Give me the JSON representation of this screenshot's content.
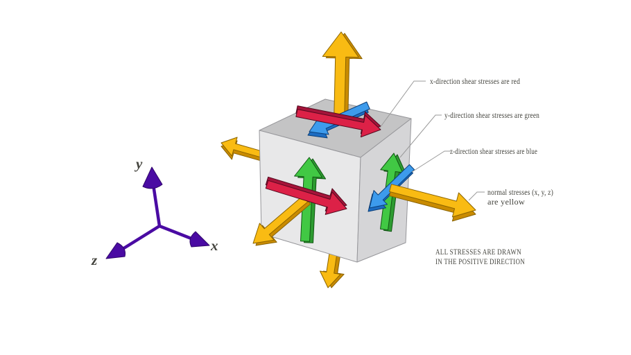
{
  "figure": {
    "axes": {
      "x": "x",
      "y": "y",
      "z": "z"
    },
    "labels": {
      "x_shear": "x-direction shear stresses are red",
      "y_shear": "y-direction shear stresses are green",
      "z_shear": "z-direction shear stresses are blue",
      "normal_line1": "normal stresses (x, y, z)",
      "normal_line2": "are yellow",
      "note_line1": "ALL STRESSES ARE DRAWN",
      "note_line2": "IN THE POSITIVE DIRECTION"
    },
    "colors": {
      "background": "#FFFFFF",
      "yellow": {
        "main": "#F9BB13",
        "dark": "#C98B00",
        "outline": "#8A6300"
      },
      "red": {
        "main": "#DC2147",
        "dark": "#A5143A",
        "outline": "#55091F"
      },
      "green": {
        "main": "#41C844",
        "dark": "#2D9B31",
        "outline": "#115613"
      },
      "blue": {
        "main": "#3D9BEC",
        "dark": "#1C6CC2",
        "outline": "#0B3F79"
      },
      "purple": {
        "main": "#4A0BA3",
        "dark": "#30066B"
      },
      "cube": {
        "top": "#C4C4C5",
        "front": "#E8E8E9",
        "right": "#D5D5D7",
        "edge": "#96969A"
      },
      "leader": "#9A9A9A",
      "text": "#44443E"
    }
  }
}
